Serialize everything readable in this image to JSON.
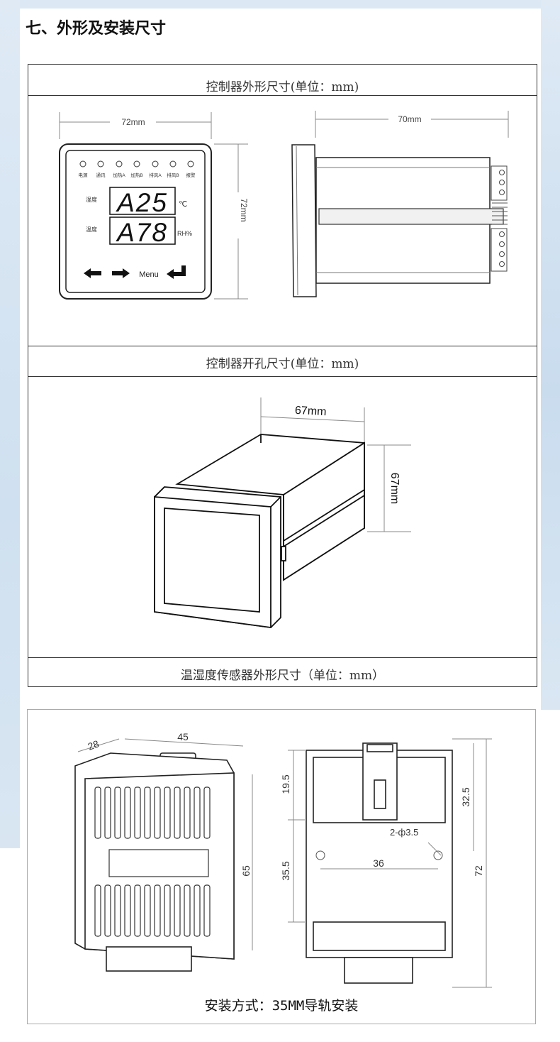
{
  "section": {
    "title": "七、外形及安装尺寸"
  },
  "captions": {
    "outline": "控制器外形尺寸(单位：mm)",
    "cutout": "控制器开孔尺寸(单位：mm)",
    "sensor": "温湿度传感器外形尺寸（单位：mm）"
  },
  "front_view": {
    "width_label": "72mm",
    "height_label": "72mm",
    "indicators": [
      "电源",
      "通讯",
      "加热A",
      "加热B",
      "排风A",
      "排风B",
      "报警"
    ],
    "row1_label": "湿度",
    "row1_value": "A25",
    "row1_unit": "℃",
    "row2_label": "温度",
    "row2_value": "A78",
    "row2_unit": "RH%",
    "menu_label": "Menu"
  },
  "side_view": {
    "depth_label": "70mm"
  },
  "cutout_view": {
    "width_label": "67mm",
    "height_label": "67mm"
  },
  "sensor_view": {
    "dim_28": "28",
    "dim_45": "45",
    "dim_65": "65",
    "dim_19_5": "19.5",
    "dim_35_5": "35.5",
    "dim_32_5": "32.5",
    "dim_72": "72",
    "dim_36": "36",
    "hole_label": "2-ф3.5",
    "mount_text": "安装方式：35MM导轨安装"
  }
}
